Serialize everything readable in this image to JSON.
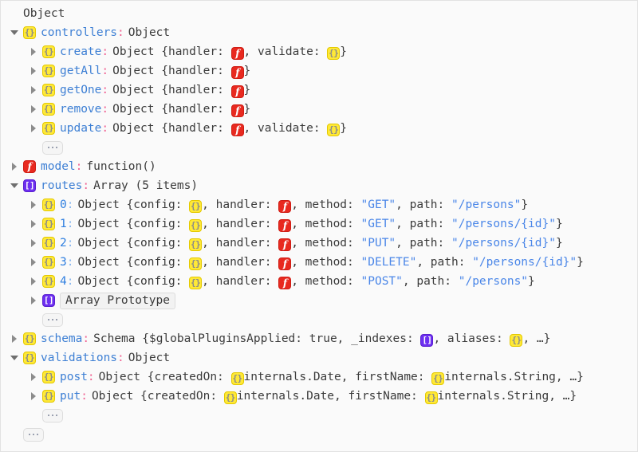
{
  "panel": {
    "root_label": "Object",
    "background": "#fafafa",
    "border_color": "#e2e2e2"
  },
  "icons": {
    "object": "{}",
    "array": "[]",
    "function": "f",
    "triangle_closed": "chevron-right-icon",
    "triangle_open": "chevron-down-icon",
    "ellipsis": "ellipsis-icon"
  },
  "colors": {
    "object_icon_bg": "#ffe936",
    "array_icon_bg": "#6d2ff0",
    "function_icon_bg": "#e8291f",
    "key": "#3d7fd4",
    "colon": "#f06292",
    "string": "#4a86e8",
    "text": "#3b3b3b"
  },
  "rows": [
    {
      "id": "root",
      "indent": 0,
      "tri": "none",
      "icon": null,
      "key": null,
      "colon": null,
      "text_parts": [
        {
          "t": "Object",
          "c": "plain"
        }
      ]
    },
    {
      "id": "controllers",
      "indent": 1,
      "tri": "open",
      "icon": "object",
      "key": "controllers",
      "colon": ":",
      "text_parts": [
        {
          "t": "Object",
          "c": "type"
        }
      ]
    },
    {
      "id": "controllers-create",
      "indent": 2,
      "tri": "closed",
      "icon": "object",
      "key": "create",
      "colon": ":",
      "text_parts": [
        {
          "t": "Object {handler: ",
          "c": "type"
        },
        {
          "t": "f",
          "c": "icon-fn"
        },
        {
          "t": ", validate: ",
          "c": "type"
        },
        {
          "t": "{}",
          "c": "icon-obj"
        },
        {
          "t": "}",
          "c": "type"
        }
      ]
    },
    {
      "id": "controllers-getAll",
      "indent": 2,
      "tri": "closed",
      "icon": "object",
      "key": "getAll",
      "colon": ":",
      "text_parts": [
        {
          "t": "Object {handler: ",
          "c": "type"
        },
        {
          "t": "f",
          "c": "icon-fn"
        },
        {
          "t": "}",
          "c": "type"
        }
      ]
    },
    {
      "id": "controllers-getOne",
      "indent": 2,
      "tri": "closed",
      "icon": "object",
      "key": "getOne",
      "colon": ":",
      "text_parts": [
        {
          "t": "Object {handler: ",
          "c": "type"
        },
        {
          "t": "f",
          "c": "icon-fn"
        },
        {
          "t": "}",
          "c": "type"
        }
      ]
    },
    {
      "id": "controllers-remove",
      "indent": 2,
      "tri": "closed",
      "icon": "object",
      "key": "remove",
      "colon": ":",
      "text_parts": [
        {
          "t": "Object {handler: ",
          "c": "type"
        },
        {
          "t": "f",
          "c": "icon-fn"
        },
        {
          "t": "}",
          "c": "type"
        }
      ]
    },
    {
      "id": "controllers-update",
      "indent": 2,
      "tri": "closed",
      "icon": "object",
      "key": "update",
      "colon": ":",
      "text_parts": [
        {
          "t": "Object {handler: ",
          "c": "type"
        },
        {
          "t": "f",
          "c": "icon-fn"
        },
        {
          "t": ", validate: ",
          "c": "type"
        },
        {
          "t": "{}",
          "c": "icon-obj"
        },
        {
          "t": "}",
          "c": "type"
        }
      ]
    },
    {
      "id": "controllers-more",
      "indent": 2,
      "tri": "none",
      "icon": null,
      "key": null,
      "colon": null,
      "ellipsis": true
    },
    {
      "id": "model",
      "indent": 1,
      "tri": "closed",
      "icon": "function",
      "key": "model",
      "colon": ":",
      "text_parts": [
        {
          "t": "function()",
          "c": "type"
        }
      ]
    },
    {
      "id": "routes",
      "indent": 1,
      "tri": "open",
      "icon": "array",
      "key": "routes",
      "colon": ":",
      "text_parts": [
        {
          "t": "Array (5 items)",
          "c": "type"
        }
      ]
    },
    {
      "id": "routes-0",
      "indent": 2,
      "tri": "closed",
      "icon": "object",
      "key": "0",
      "key_numeric": true,
      "colon": ":",
      "text_parts": [
        {
          "t": "Object {config: ",
          "c": "type"
        },
        {
          "t": "{}",
          "c": "icon-obj"
        },
        {
          "t": ", handler: ",
          "c": "type"
        },
        {
          "t": "f",
          "c": "icon-fn"
        },
        {
          "t": ", method: ",
          "c": "type"
        },
        {
          "t": "\"GET\"",
          "c": "str"
        },
        {
          "t": ", path: ",
          "c": "type"
        },
        {
          "t": "\"/persons\"",
          "c": "str"
        },
        {
          "t": "}",
          "c": "type"
        }
      ]
    },
    {
      "id": "routes-1",
      "indent": 2,
      "tri": "closed",
      "icon": "object",
      "key": "1",
      "key_numeric": true,
      "colon": ":",
      "text_parts": [
        {
          "t": "Object {config: ",
          "c": "type"
        },
        {
          "t": "{}",
          "c": "icon-obj"
        },
        {
          "t": ", handler: ",
          "c": "type"
        },
        {
          "t": "f",
          "c": "icon-fn"
        },
        {
          "t": ", method: ",
          "c": "type"
        },
        {
          "t": "\"GET\"",
          "c": "str"
        },
        {
          "t": ", path: ",
          "c": "type"
        },
        {
          "t": "\"/persons/{id}\"",
          "c": "str"
        },
        {
          "t": "}",
          "c": "type"
        }
      ]
    },
    {
      "id": "routes-2",
      "indent": 2,
      "tri": "closed",
      "icon": "object",
      "key": "2",
      "key_numeric": true,
      "colon": ":",
      "text_parts": [
        {
          "t": "Object {config: ",
          "c": "type"
        },
        {
          "t": "{}",
          "c": "icon-obj"
        },
        {
          "t": ", handler: ",
          "c": "type"
        },
        {
          "t": "f",
          "c": "icon-fn"
        },
        {
          "t": ", method: ",
          "c": "type"
        },
        {
          "t": "\"PUT\"",
          "c": "str"
        },
        {
          "t": ", path: ",
          "c": "type"
        },
        {
          "t": "\"/persons/{id}\"",
          "c": "str"
        },
        {
          "t": "}",
          "c": "type"
        }
      ]
    },
    {
      "id": "routes-3",
      "indent": 2,
      "tri": "closed",
      "icon": "object",
      "key": "3",
      "key_numeric": true,
      "colon": ":",
      "text_parts": [
        {
          "t": "Object {config: ",
          "c": "type"
        },
        {
          "t": "{}",
          "c": "icon-obj"
        },
        {
          "t": ", handler: ",
          "c": "type"
        },
        {
          "t": "f",
          "c": "icon-fn"
        },
        {
          "t": ", method: ",
          "c": "type"
        },
        {
          "t": "\"DELETE\"",
          "c": "str"
        },
        {
          "t": ", path: ",
          "c": "type"
        },
        {
          "t": "\"/persons/{id}\"",
          "c": "str"
        },
        {
          "t": "}",
          "c": "type"
        }
      ]
    },
    {
      "id": "routes-4",
      "indent": 2,
      "tri": "closed",
      "icon": "object",
      "key": "4",
      "key_numeric": true,
      "colon": ":",
      "text_parts": [
        {
          "t": "Object {config: ",
          "c": "type"
        },
        {
          "t": "{}",
          "c": "icon-obj"
        },
        {
          "t": ", handler: ",
          "c": "type"
        },
        {
          "t": "f",
          "c": "icon-fn"
        },
        {
          "t": ", method: ",
          "c": "type"
        },
        {
          "t": "\"POST\"",
          "c": "str"
        },
        {
          "t": ", path: ",
          "c": "type"
        },
        {
          "t": "\"/persons\"",
          "c": "str"
        },
        {
          "t": "}",
          "c": "type"
        }
      ]
    },
    {
      "id": "routes-prototype",
      "indent": 2,
      "tri": "closed",
      "icon": "array",
      "key": null,
      "colon": null,
      "badge": "Array Prototype"
    },
    {
      "id": "routes-more",
      "indent": 2,
      "tri": "none",
      "icon": null,
      "key": null,
      "colon": null,
      "ellipsis": true
    },
    {
      "id": "schema",
      "indent": 1,
      "tri": "closed",
      "icon": "object",
      "key": "schema",
      "colon": ":",
      "text_parts": [
        {
          "t": "Schema {$globalPluginsApplied: ",
          "c": "type"
        },
        {
          "t": "true",
          "c": "bool"
        },
        {
          "t": ", _indexes: ",
          "c": "type"
        },
        {
          "t": "[]",
          "c": "icon-arr"
        },
        {
          "t": ", aliases: ",
          "c": "type"
        },
        {
          "t": "{}",
          "c": "icon-obj"
        },
        {
          "t": ", …}",
          "c": "type"
        }
      ]
    },
    {
      "id": "validations",
      "indent": 1,
      "tri": "open",
      "icon": "object",
      "key": "validations",
      "colon": ":",
      "text_parts": [
        {
          "t": "Object",
          "c": "type"
        }
      ]
    },
    {
      "id": "validations-post",
      "indent": 2,
      "tri": "closed",
      "icon": "object",
      "key": "post",
      "colon": ":",
      "text_parts": [
        {
          "t": "Object {createdOn: ",
          "c": "type"
        },
        {
          "t": "{}",
          "c": "icon-obj"
        },
        {
          "t": "internals.Date, firstName: ",
          "c": "type"
        },
        {
          "t": "{}",
          "c": "icon-obj"
        },
        {
          "t": "internals.String, …}",
          "c": "type"
        }
      ]
    },
    {
      "id": "validations-put",
      "indent": 2,
      "tri": "closed",
      "icon": "object",
      "key": "put",
      "colon": ":",
      "text_parts": [
        {
          "t": "Object {createdOn: ",
          "c": "type"
        },
        {
          "t": "{}",
          "c": "icon-obj"
        },
        {
          "t": "internals.Date, firstName: ",
          "c": "type"
        },
        {
          "t": "{}",
          "c": "icon-obj"
        },
        {
          "t": "internals.String, …}",
          "c": "type"
        }
      ]
    },
    {
      "id": "validations-more",
      "indent": 2,
      "tri": "none",
      "icon": null,
      "key": null,
      "colon": null,
      "ellipsis": true
    },
    {
      "id": "root-more",
      "indent": 1,
      "tri": "none",
      "icon": null,
      "key": null,
      "colon": null,
      "ellipsis": true
    }
  ]
}
